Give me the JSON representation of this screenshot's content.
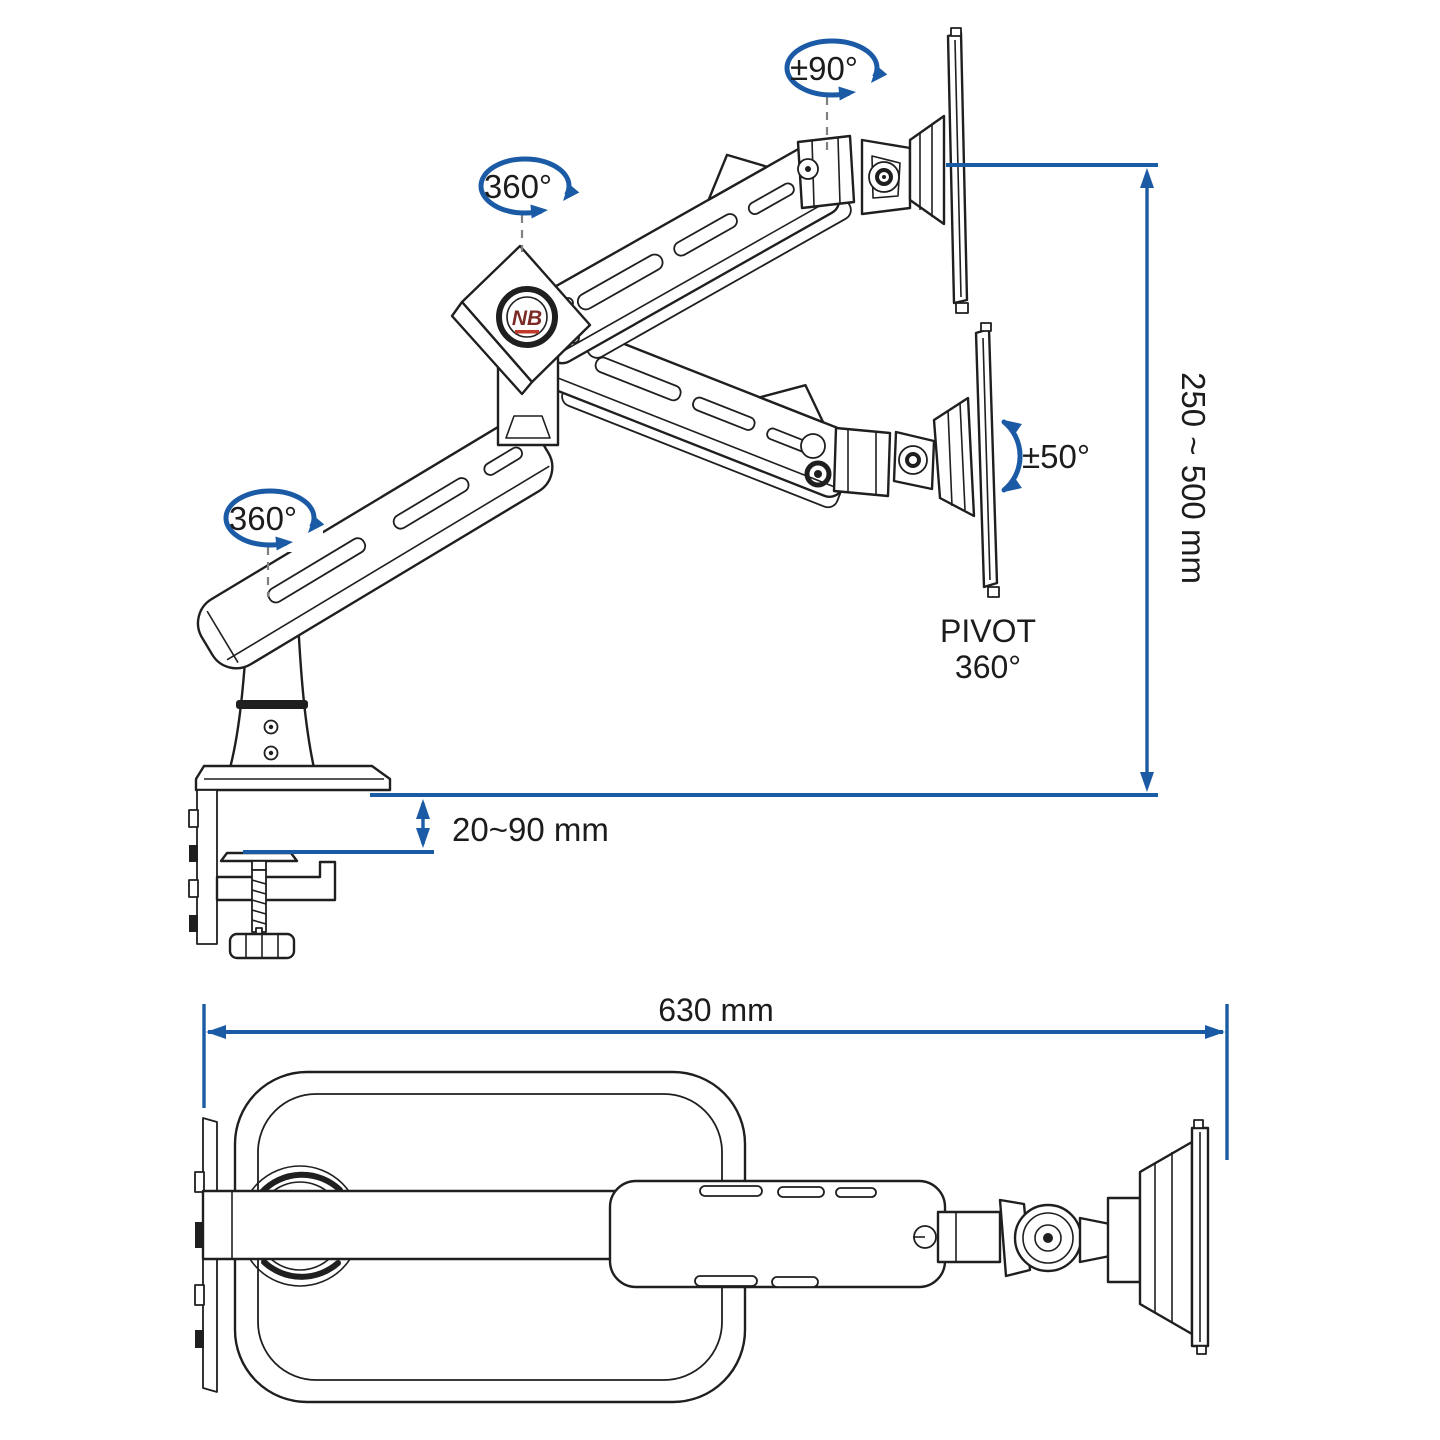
{
  "title": "Gas-spring monitor desk mount - dimension diagram",
  "colors": {
    "line": "#1f1f1f",
    "accent": "#1b5aa5",
    "dash": "#808080",
    "logo": "#7b2b26",
    "logo_red": "#c0392b"
  },
  "logo": {
    "text": "NB"
  },
  "side_view": {
    "rotation_top": "±90°",
    "rotation_upper_joint": "360°",
    "rotation_base": "360°",
    "screen_tilt": "±50°",
    "pivot_label_line1": "PIVOT",
    "pivot_label_line2": "360°",
    "height_range": "250 ~ 500 mm",
    "desk_thickness": "20~90 mm"
  },
  "top_view": {
    "arm_length": "630 mm"
  }
}
